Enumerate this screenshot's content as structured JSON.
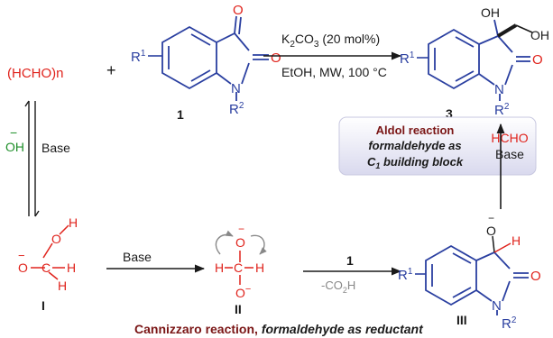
{
  "colors": {
    "blue": "#2a3fa0",
    "red": "#e0231c",
    "green": "#1f8f2a",
    "dark_red": "#7a1515",
    "black": "#1a1a1a",
    "gray": "#888888",
    "box_fill": "#e6e6f3"
  },
  "paraformaldehyde": "(HCHO)n",
  "plus": "+",
  "hydroxide": "OH",
  "hydroxide_charge": "−",
  "base_label_left": "Base",
  "top_arrow": {
    "reagent_line1": "K2CO3 (20 mol%)",
    "reagent_line2": "EtOH, MW, 100 °C"
  },
  "isatin": {
    "r1": "R",
    "r1_sup": "1",
    "n": "N",
    "r2": "R",
    "r2_sup": "2",
    "o_top": "O",
    "o_right": "O",
    "number": "1"
  },
  "product": {
    "oh1": "OH",
    "oh2": "OH",
    "r1": "R",
    "r1_sup": "1",
    "n": "N",
    "r2": "R",
    "r2_sup": "2",
    "o_right": "O",
    "number": "3"
  },
  "aldol_box": {
    "line1": "Aldol reaction",
    "line2": "formaldehyde as",
    "line3_main": "C",
    "line3_sub": "1",
    "line3_rest": " building block",
    "hcho": "HCHO",
    "base": "Base"
  },
  "intermediate_I": {
    "o": "O",
    "h_top": "H",
    "o_minus": "O",
    "c": "C",
    "h": "H",
    "h_bottom": "H",
    "charge": "−",
    "label": "I"
  },
  "arrow_I_II": "Base",
  "intermediate_II": {
    "o_top": "O",
    "h_left": "H",
    "c": "C",
    "h_right": "H",
    "o_bottom": "O",
    "charge": "−",
    "label": "II"
  },
  "arrow_II_III": {
    "reagent": "1",
    "byproduct": "-CO2H"
  },
  "intermediate_III": {
    "o_minus": "O",
    "charge": "−",
    "h": "H",
    "r1": "R",
    "r1_sup": "1",
    "n": "N",
    "r2": "R",
    "r2_sup": "2",
    "o_right": "O",
    "label": "III"
  },
  "caption": {
    "part1": "Cannizzaro reaction, ",
    "part2": "formaldehyde as reductant"
  }
}
